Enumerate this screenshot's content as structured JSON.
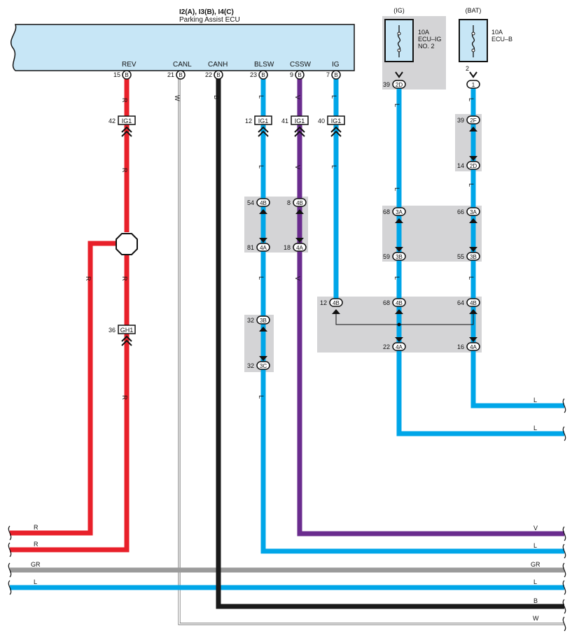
{
  "ecu": {
    "title": "I2(A), I3(B), I4(C)",
    "subtitle": "Parking Assist ECU",
    "terminals": [
      {
        "label": "REV",
        "pin": "15",
        "conn": "B"
      },
      {
        "label": "CANL",
        "pin": "21",
        "conn": "B"
      },
      {
        "label": "CANH",
        "pin": "22",
        "conn": "B"
      },
      {
        "label": "BLSW",
        "pin": "23",
        "conn": "B"
      },
      {
        "label": "CSSW",
        "pin": "9",
        "conn": "B"
      },
      {
        "label": "IG",
        "pin": "7",
        "conn": "B"
      }
    ]
  },
  "fuses": [
    {
      "source": "(IG)",
      "rating": "10A",
      "name_line1": "ECU–IG",
      "name_line2": "NO. 2",
      "pin": "39",
      "conn": "2D"
    },
    {
      "source": "(BAT)",
      "rating": "10A",
      "name_line1": "ECU–B",
      "pin": "2",
      "conn": "1"
    }
  ],
  "connectors": {
    "ig1": "IG1",
    "gh1": "GH1",
    "c4b": "4B",
    "c4a": "4A",
    "c3a": "3A",
    "c3b": "3B",
    "c3c": "3C",
    "c2f": "2F",
    "c2d": "2D"
  },
  "pins": {
    "p42": "42",
    "p12": "12",
    "p41": "41",
    "p40": "40",
    "p36": "36",
    "p54": "54",
    "p8": "8",
    "p81": "81",
    "p18": "18",
    "p32a": "32",
    "p32b": "32",
    "p39": "39",
    "p14": "14",
    "p68a": "68",
    "p66": "66",
    "p59": "59",
    "p55": "55",
    "p12b": "12",
    "p68b": "68",
    "p64": "64",
    "p22": "22",
    "p16": "16"
  },
  "wire_colors": {
    "R": "R",
    "W": "W",
    "B": "B",
    "L": "L",
    "V": "V",
    "GR": "GR"
  },
  "colors": {
    "red": "#e8202a",
    "blue": "#00a6e8",
    "purple": "#6a2c8e",
    "black": "#1a1a1a",
    "gray": "#9b9b9b",
    "ecu_fill": "#c7e6f6",
    "splice_box": "#d4d4d6"
  }
}
